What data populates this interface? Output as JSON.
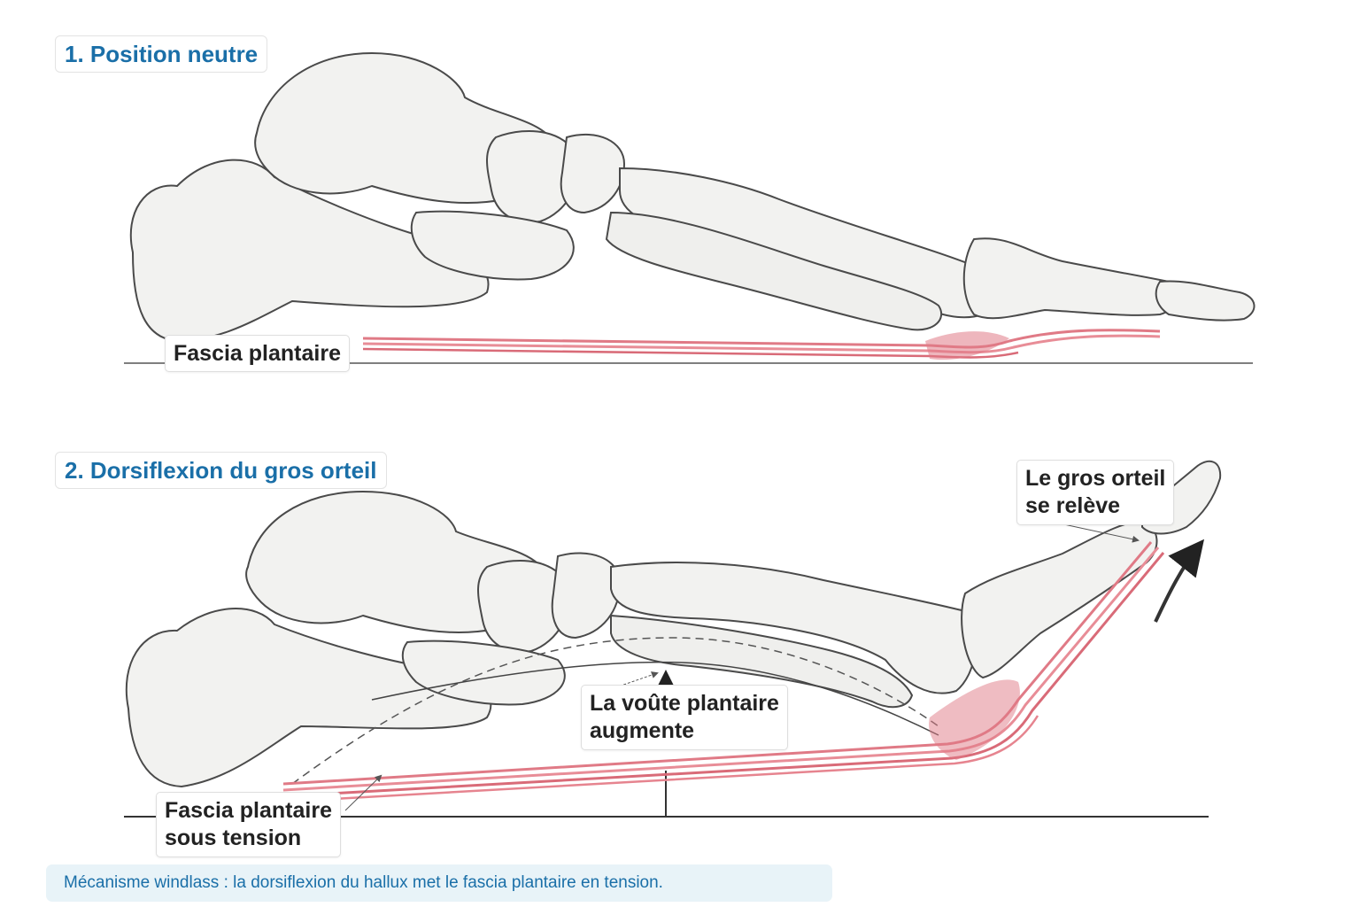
{
  "panels": [
    {
      "title": "1. Position neutre",
      "labels": {
        "fascia": "Fascia plantaire"
      }
    },
    {
      "title": "2. Dorsiflexion du gros orteil",
      "labels": {
        "toe": [
          "Le gros orteil",
          "se relève"
        ],
        "arch": [
          "La voûte plantaire",
          "augmente"
        ],
        "fascia": [
          "Fascia plantaire",
          "sous tension"
        ]
      }
    }
  ],
  "caption": "Mécanisme windlass : la dorsiflexion du hallux met le fascia plantaire en tension.",
  "colors": {
    "title_blue": "#1a6fa8",
    "bone_fill": "#f2f2f0",
    "bone_stroke": "#4a4a4a",
    "fascia_red": "#e07a86",
    "caption_bg": "#e8f3f8"
  }
}
